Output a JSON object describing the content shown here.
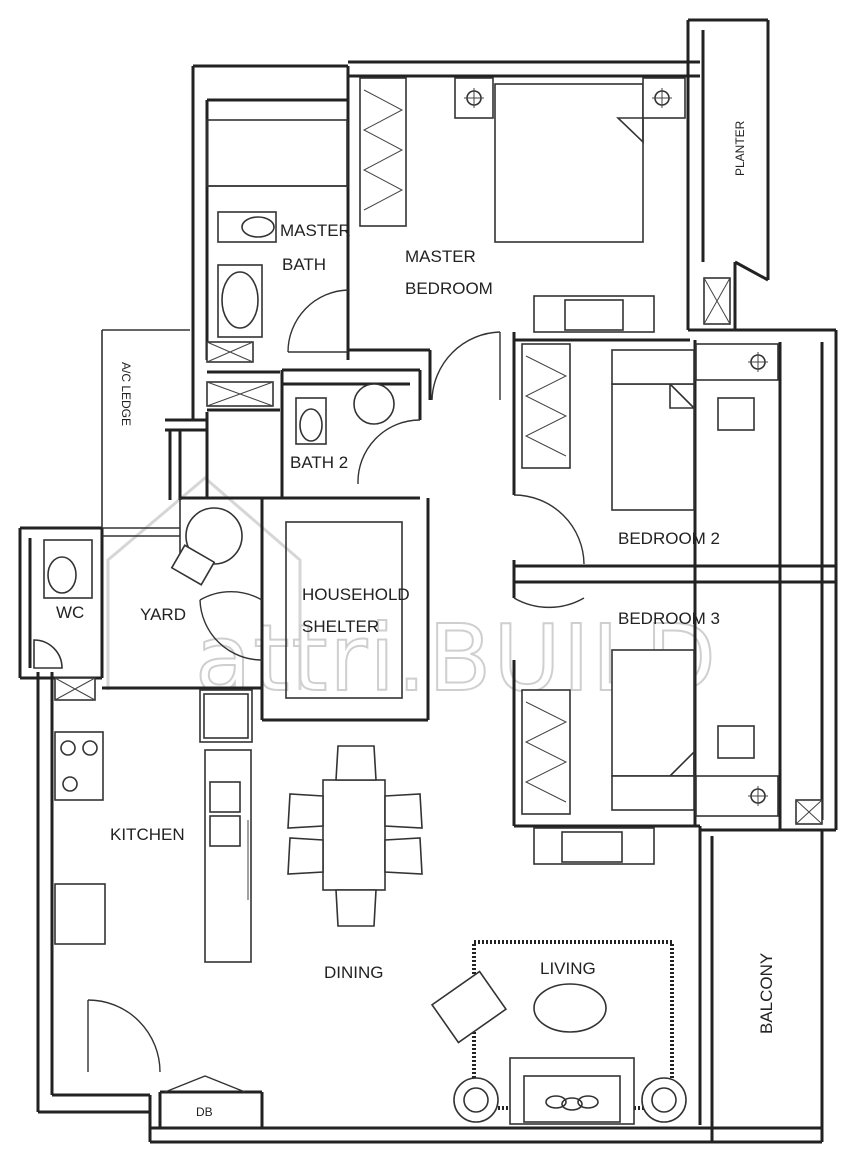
{
  "rooms": {
    "master_bath_line1": "MASTER",
    "master_bath_line2": "BATH",
    "master_bedroom_line1": "MASTER",
    "master_bedroom_line2": "BEDROOM",
    "planter": "PLANTER",
    "ac_ledge": "A/C LEDGE",
    "bath2": "BATH 2",
    "bedroom2": "BEDROOM 2",
    "bedroom3": "BEDROOM 3",
    "household_shelter_line1": "HOUSEHOLD",
    "household_shelter_line2": "SHELTER",
    "wc": "WC",
    "yard": "YARD",
    "kitchen": "KITCHEN",
    "dining": "DINING",
    "living": "LIVING",
    "balcony": "BALCONY",
    "db": "DB"
  },
  "watermark": "attri.BUILD",
  "colors": {
    "line": "#222222",
    "watermark": "#cfcfcf",
    "background": "#ffffff"
  }
}
